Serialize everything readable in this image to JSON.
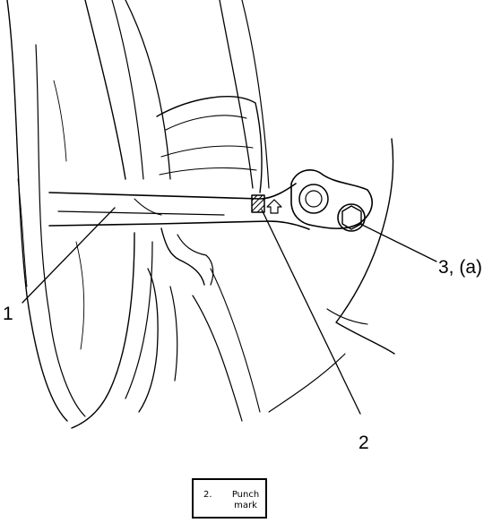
{
  "callouts": {
    "item1": "1",
    "item2": "2",
    "item3": "3, (a)"
  },
  "legend": {
    "number": "2.",
    "text": "Punch mark"
  },
  "colors": {
    "line": "#000000",
    "background": "#ffffff"
  }
}
